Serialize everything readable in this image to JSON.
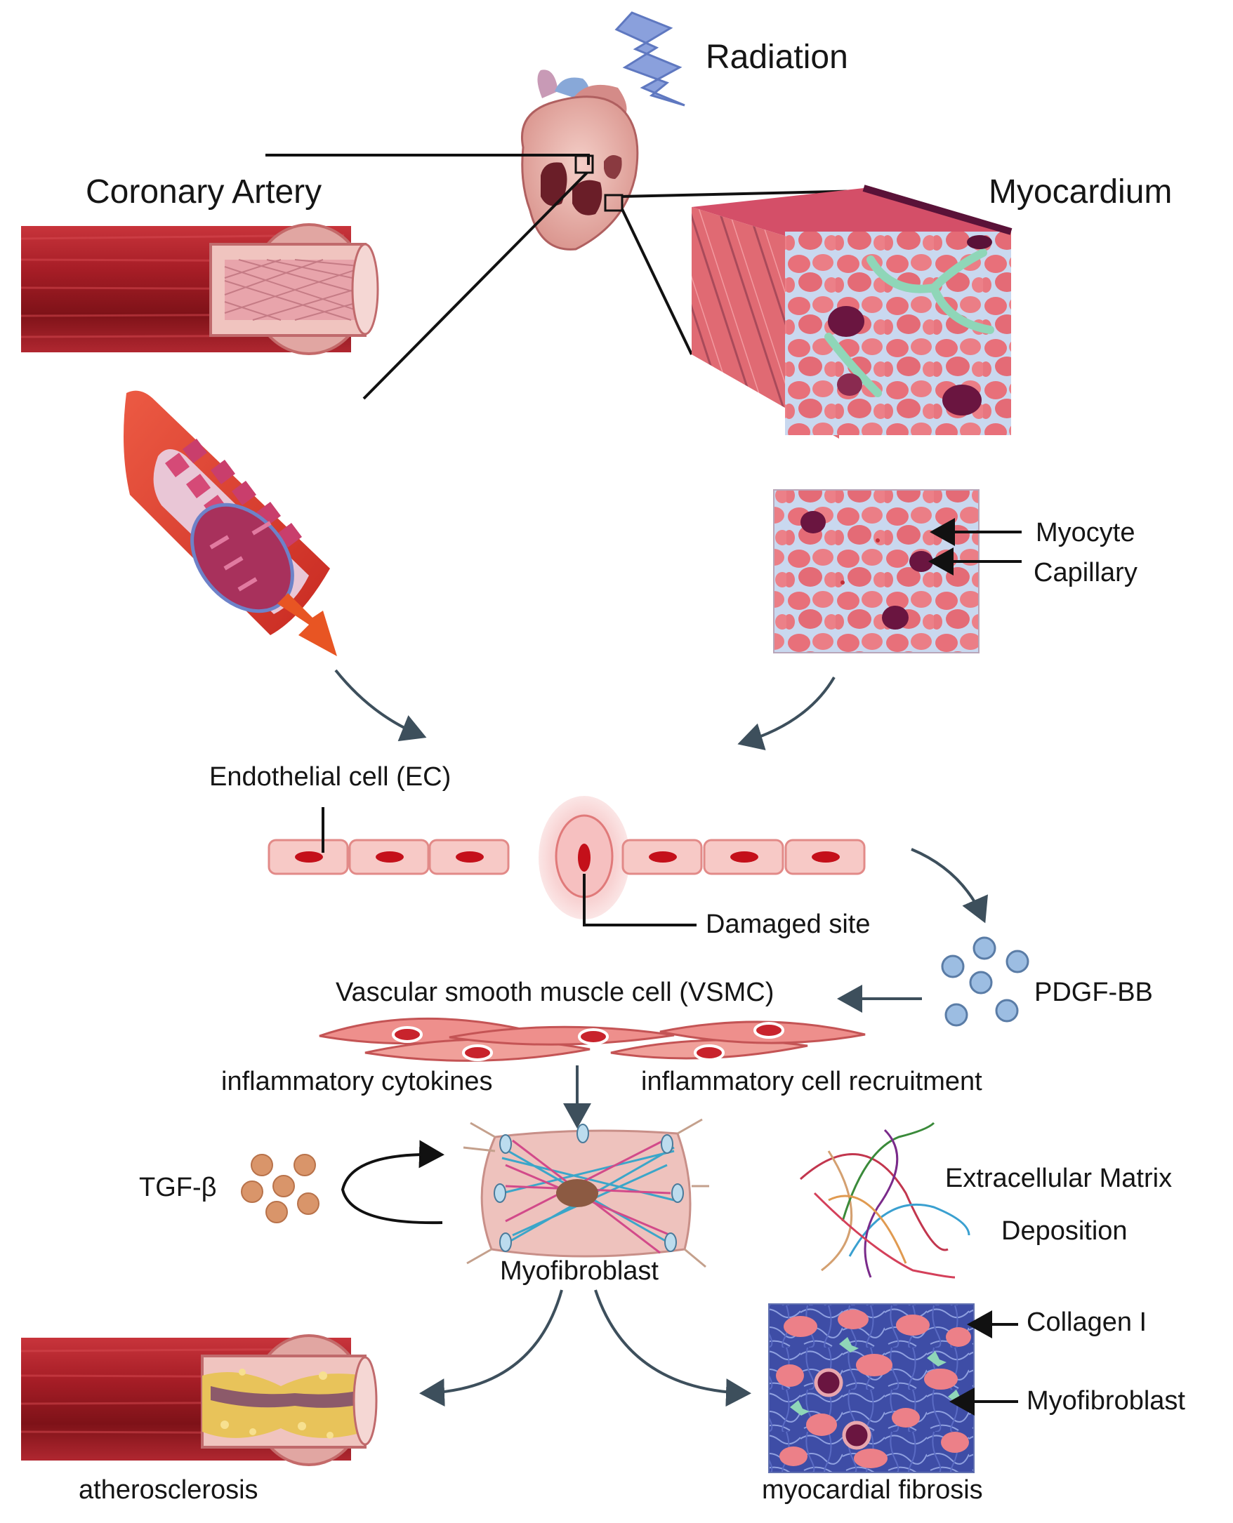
{
  "labels": {
    "radiation": "Radiation",
    "coronary_artery": "Coronary Artery",
    "myocardium": "Myocardium",
    "myocyte": "Myocyte",
    "capillary": "Capillary",
    "endothelial_cell": "Endothelial cell (EC)",
    "damaged_site": "Damaged site",
    "pdgf_bb": "PDGF-BB",
    "vsmc": "Vascular smooth muscle cell (VSMC)",
    "inflammatory_cytokines": "inflammatory cytokines",
    "inflammatory_cell_recruitment": "inflammatory cell recruitment",
    "tgf_beta": "TGF-β",
    "ecm_line1": "Extracellular Matrix",
    "ecm_line2": "Deposition",
    "myofibroblast_center": "Myofibroblast",
    "collagen": "Collagen I",
    "myofibroblast_right": "Myofibroblast",
    "atherosclerosis": "atherosclerosis",
    "myocardial_fibrosis": "myocardial fibrosis"
  },
  "colors": {
    "artery_red": "#b5212a",
    "artery_dark": "#7a1015",
    "tissue_pink": "#e8707a",
    "nucleus_purple": "#6a1540",
    "connective_green": "#8fd6b8",
    "membrane_blue": "#4a5aa8",
    "arrow_gray": "#3d4f5c",
    "pdgf_blue": "#8fb4dc",
    "tgf_orange": "#d4956a",
    "lightning_blue": "#6f86c8",
    "fibrosis_blue": "#3a4aa0"
  }
}
